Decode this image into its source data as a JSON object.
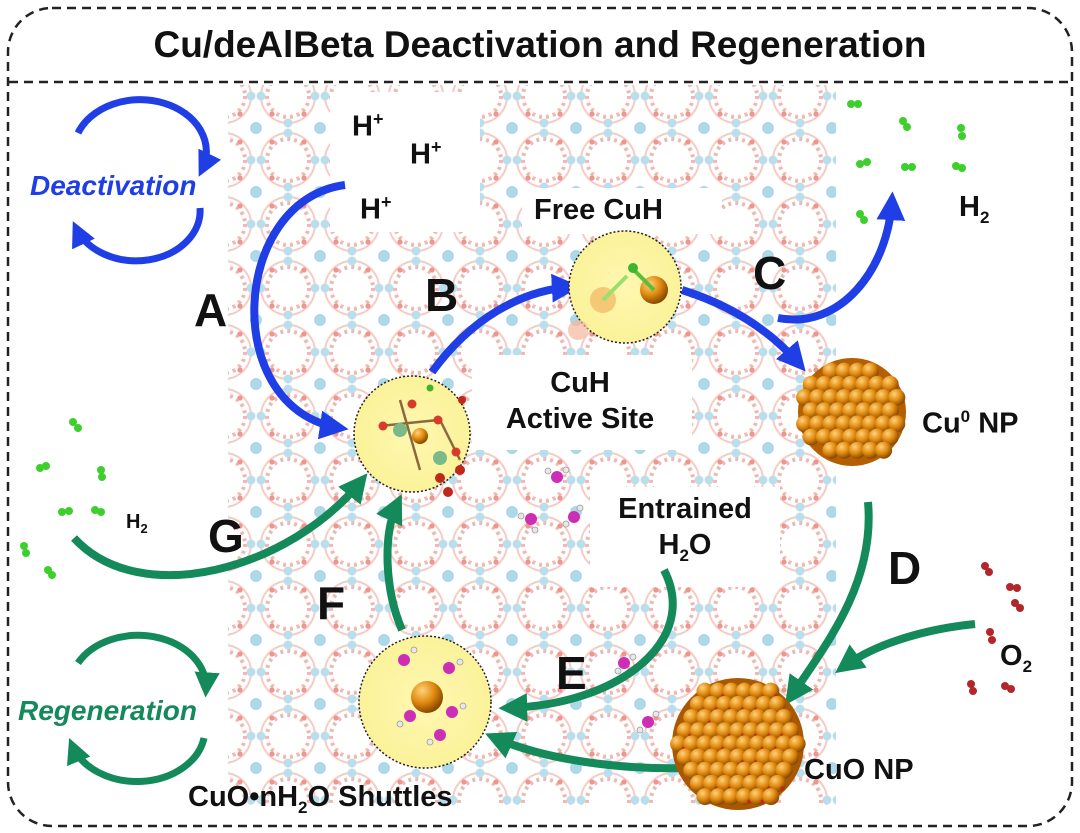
{
  "title": "Cu/deAlBeta Deactivation and Regeneration",
  "legend": {
    "deactivation": "Deactivation",
    "regeneration": "Regeneration",
    "deactivation_color": "#1f3ee6",
    "regeneration_color": "#14895a"
  },
  "steps": {
    "A": "A",
    "B": "B",
    "C": "C",
    "D": "D",
    "E": "E",
    "F": "F",
    "G": "G"
  },
  "species": {
    "proton": "H",
    "proton_sup": "+",
    "free_cuh": "Free CuH",
    "cuh_site_line1": "CuH",
    "cuh_site_line2": "Active Site",
    "cu0_np_main": "Cu",
    "cu0_np_sup": "0",
    "cu0_np_rest": " NP",
    "h2_main": "H",
    "h2_sub": "2",
    "entrained_line1": "Entrained",
    "entrained_h": "H",
    "entrained_sub": "2",
    "entrained_o": "O",
    "o2_main": "O",
    "o2_sub": "2",
    "cuo_np": "CuO NP",
    "shuttles_pre": "CuO•nH",
    "shuttles_sub": "2",
    "shuttles_post": "O Shuttles"
  }
}
